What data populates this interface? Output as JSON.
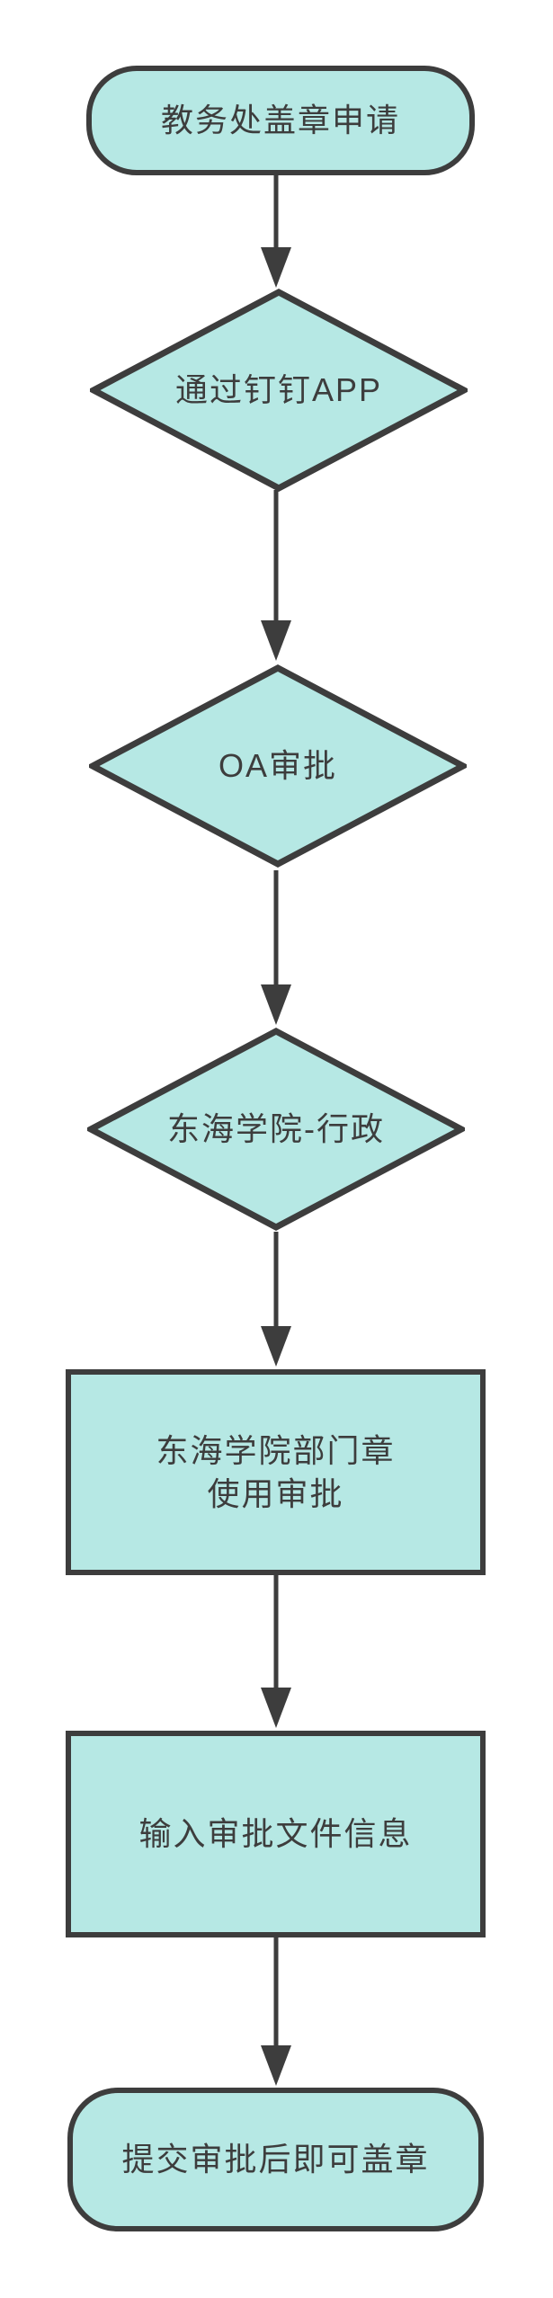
{
  "flowchart": {
    "nodes": [
      {
        "id": "start",
        "type": "start",
        "shape": "stadium",
        "label": "教务处盖章申请"
      },
      {
        "id": "via-dingtalk-app",
        "type": "decision",
        "shape": "diamond",
        "label": "通过钉钉APP"
      },
      {
        "id": "oa-approval",
        "type": "decision",
        "shape": "diamond",
        "label": "OA审批"
      },
      {
        "id": "donghai-college-admin",
        "type": "decision",
        "shape": "diamond",
        "label": "东海学院-行政"
      },
      {
        "id": "dept-seal-use-approval",
        "type": "process",
        "shape": "rectangle",
        "label": "东海学院部门章\n使用审批"
      },
      {
        "id": "input-approval-doc-info",
        "type": "process",
        "shape": "rectangle",
        "label": "输入审批文件信息"
      },
      {
        "id": "end",
        "type": "end",
        "shape": "stadium",
        "label": "提交审批后即可盖章"
      }
    ],
    "edges": [
      {
        "from": "start",
        "to": "via-dingtalk-app"
      },
      {
        "from": "via-dingtalk-app",
        "to": "oa-approval"
      },
      {
        "from": "oa-approval",
        "to": "donghai-college-admin"
      },
      {
        "from": "donghai-college-admin",
        "to": "dept-seal-use-approval"
      },
      {
        "from": "dept-seal-use-approval",
        "to": "input-approval-doc-info"
      },
      {
        "from": "input-approval-doc-info",
        "to": "end"
      }
    ]
  },
  "colors": {
    "node_fill": "#B6E8E4",
    "node_border": "#3D3D3D",
    "text": "#3D3D3D",
    "arrow": "#3D3D3D",
    "background": "#FFFFFF"
  }
}
